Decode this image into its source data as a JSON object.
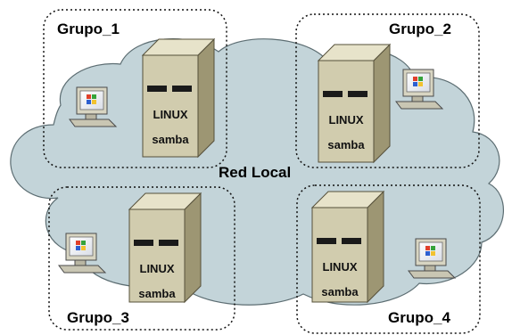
{
  "network": {
    "label": "Red Local"
  },
  "groups": [
    {
      "name": "Grupo_1",
      "server": {
        "os": "LINUX",
        "service": "samba"
      }
    },
    {
      "name": "Grupo_2",
      "server": {
        "os": "LINUX",
        "service": "samba"
      }
    },
    {
      "name": "Grupo_3",
      "server": {
        "os": "LINUX",
        "service": "samba"
      }
    },
    {
      "name": "Grupo_4",
      "server": {
        "os": "LINUX",
        "service": "samba"
      }
    }
  ],
  "colors": {
    "cloud_fill": "#c3d4d9",
    "cloud_stroke": "#5c6d72",
    "server_front": "#d1ccae",
    "server_side": "#9d9673",
    "server_top": "#e7e3ca",
    "drive_slot": "#1a1a1a"
  },
  "icons": {
    "client": "desktop-computer-icon",
    "server": "tower-server-icon"
  }
}
